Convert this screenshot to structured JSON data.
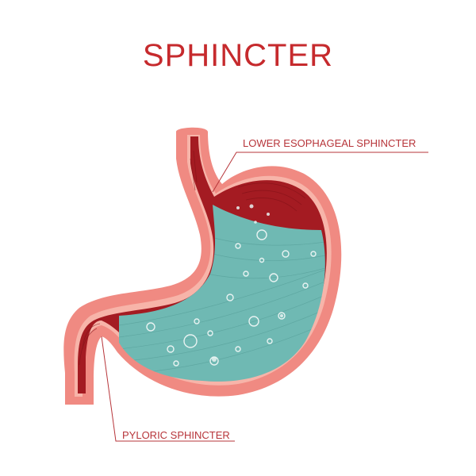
{
  "title": "SPHINCTER",
  "labels": {
    "lower_esophageal": "LOWER ESOPHAGEAL SPHINCTER",
    "pyloric": "PYLORIC SPHINCTER"
  },
  "colors": {
    "title": "#c62a2d",
    "outer_wall": "#f08a82",
    "inner_wall": "#f7b4a9",
    "muscle": "#a41b22",
    "gastric_fluid": "#6fb9b3",
    "leader_line": "#b7353a",
    "bubble": "#e8f3f2"
  }
}
